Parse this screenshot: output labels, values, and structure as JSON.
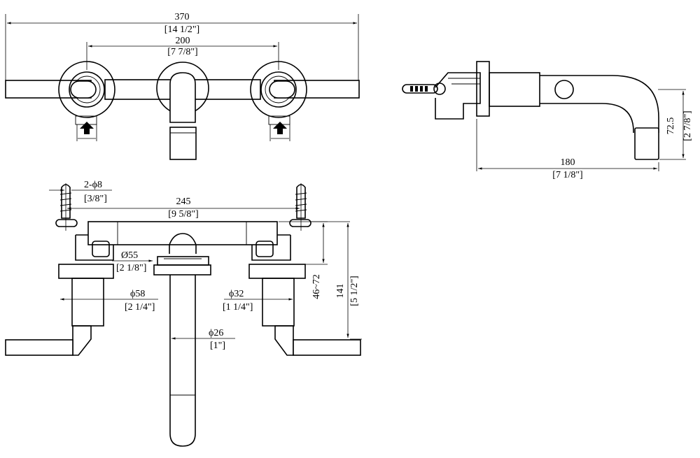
{
  "front_view": {
    "overall_width": "370",
    "overall_width_in": "[14 1/2\"]",
    "center_spacing": "200",
    "center_spacing_in": "[7 7/8\"]"
  },
  "side_view": {
    "projection": "180",
    "projection_in": "[7 1/8\"]",
    "height": "72.5",
    "height_in": "[2 7/8\"]"
  },
  "plan_view": {
    "mount_holes": "2-ϕ8",
    "mount_holes_in": "[3/8\"]",
    "mount_spacing": "245",
    "mount_spacing_in": "[9 5/8\"]",
    "spout_flange": "Ø55",
    "spout_flange_in": "[2 1/8\"]",
    "handle_flange": "ϕ58",
    "handle_flange_in": "[2 1/4\"]",
    "handle_body": "ϕ32",
    "handle_body_in": "[1 1/4\"]",
    "spout_dia": "ϕ26",
    "spout_dia_in": "[1\"]",
    "adjust_range": "46~72",
    "total_depth": "141",
    "total_depth_in": "[5 1/2\"]"
  }
}
